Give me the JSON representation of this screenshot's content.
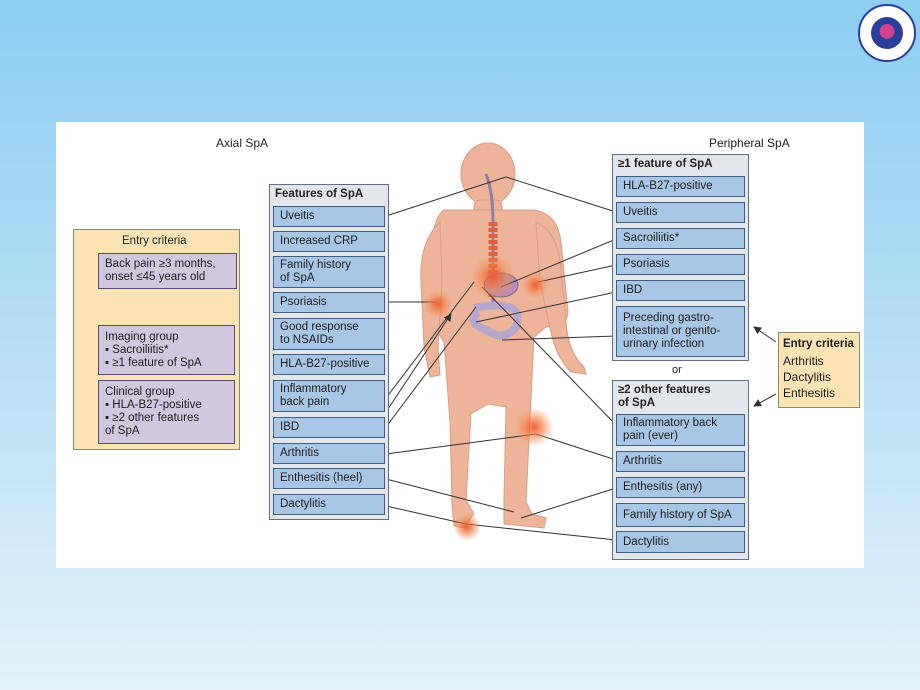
{
  "headers": {
    "axial": "Axial SpA",
    "peripheral": "Peripheral SpA",
    "or": "or"
  },
  "axial_entry": {
    "title": "Entry criteria",
    "back_pain": "Back pain ≥3 months,\nonset ≤45 years old",
    "imaging": "Imaging group\n▪ Sacroiliitis*\n▪ ≥1 feature of SpA",
    "clinical": "Clinical group\n▪ HLA-B27-positive\n▪ ≥2 other features\n   of SpA"
  },
  "features": {
    "title": "Features of SpA",
    "items": [
      "Uveitis",
      "Increased CRP",
      "Family history\nof SpA",
      "Psoriasis",
      "Good response\nto NSAIDs",
      "HLA-B27-positive",
      "Inflammatory\nback pain",
      "IBD",
      "Arthritis",
      "Enthesitis (heel)",
      "Dactylitis"
    ]
  },
  "peripheral_one": {
    "title": "≥1 feature of SpA",
    "items": [
      "HLA-B27-positive",
      "Uveitis",
      "Sacroiliitis*",
      "Psoriasis",
      "IBD",
      "Preceding gastro-\nintestinal or genito-\nurinary infection"
    ]
  },
  "peripheral_two": {
    "title": "≥2 other features\nof SpA",
    "items": [
      "Inflammatory back\npain (ever)",
      "Arthritis",
      "Enthesitis (any)",
      "Family history of SpA",
      "Dactylitis"
    ]
  },
  "peripheral_entry": {
    "title": "Entry criteria",
    "items": [
      "Arthritis",
      "Dactylitis",
      "Enthesitis"
    ]
  },
  "colors": {
    "feature_box": "#a8c6e6",
    "entry_bg": "#fbe3b4",
    "axial_box": "#d1c8e0",
    "skin": "#edb49a",
    "inflammation": "#f05a2d"
  }
}
